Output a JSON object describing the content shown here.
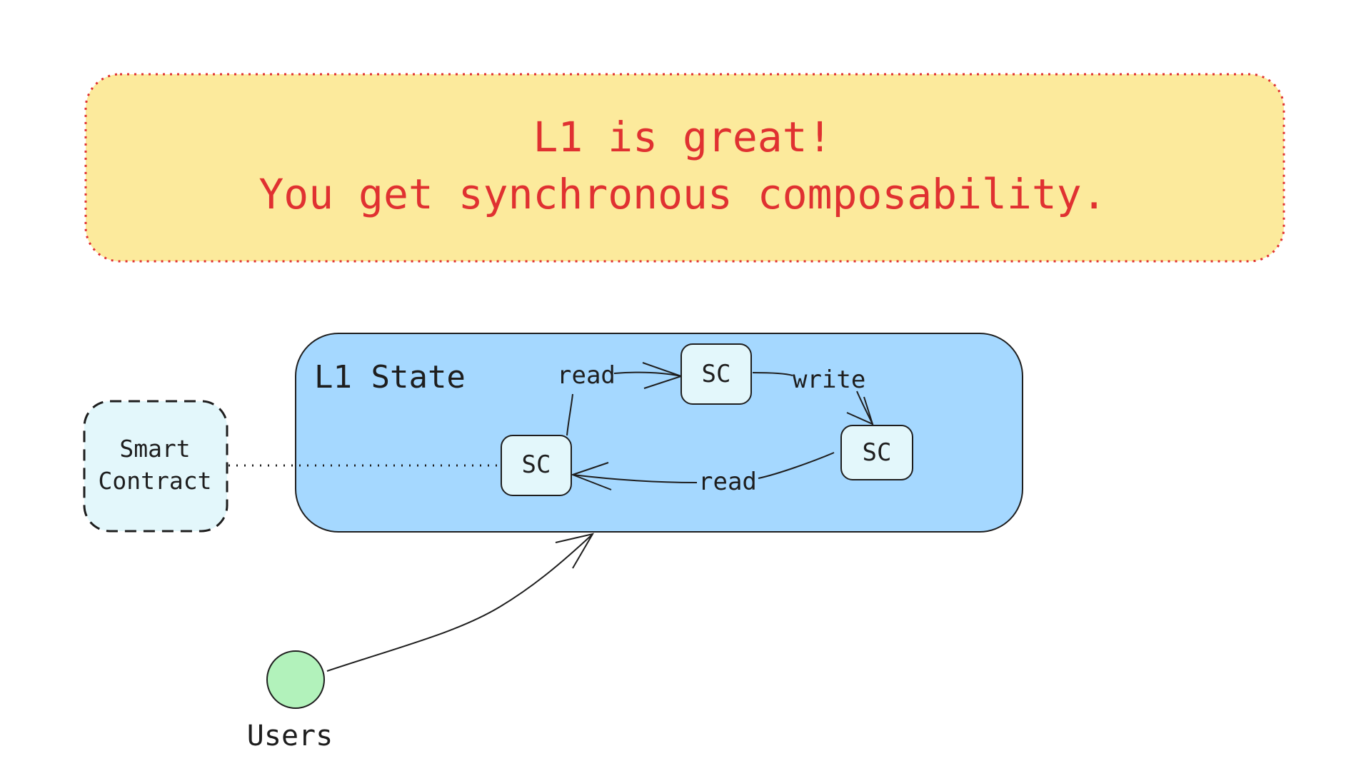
{
  "banner": {
    "line1": "L1 is great!",
    "line2": "You get synchronous composability.",
    "text_color": "#e03131",
    "fill_color": "#fcea9c",
    "border_color": "#e03131"
  },
  "state_box": {
    "title": "L1 State",
    "fill_color": "#a5d8ff"
  },
  "nodes": {
    "sc_top": "SC",
    "sc_right": "SC",
    "sc_left": "SC",
    "fill_color": "#e3f7fb"
  },
  "edges": {
    "read_top": "read",
    "write": "write",
    "read_bottom": "read"
  },
  "smart_contract": {
    "line1": "Smart",
    "line2": "Contract",
    "fill_color": "#e3f7fb"
  },
  "users": {
    "label": "Users",
    "fill_color": "#b2f2bb"
  }
}
